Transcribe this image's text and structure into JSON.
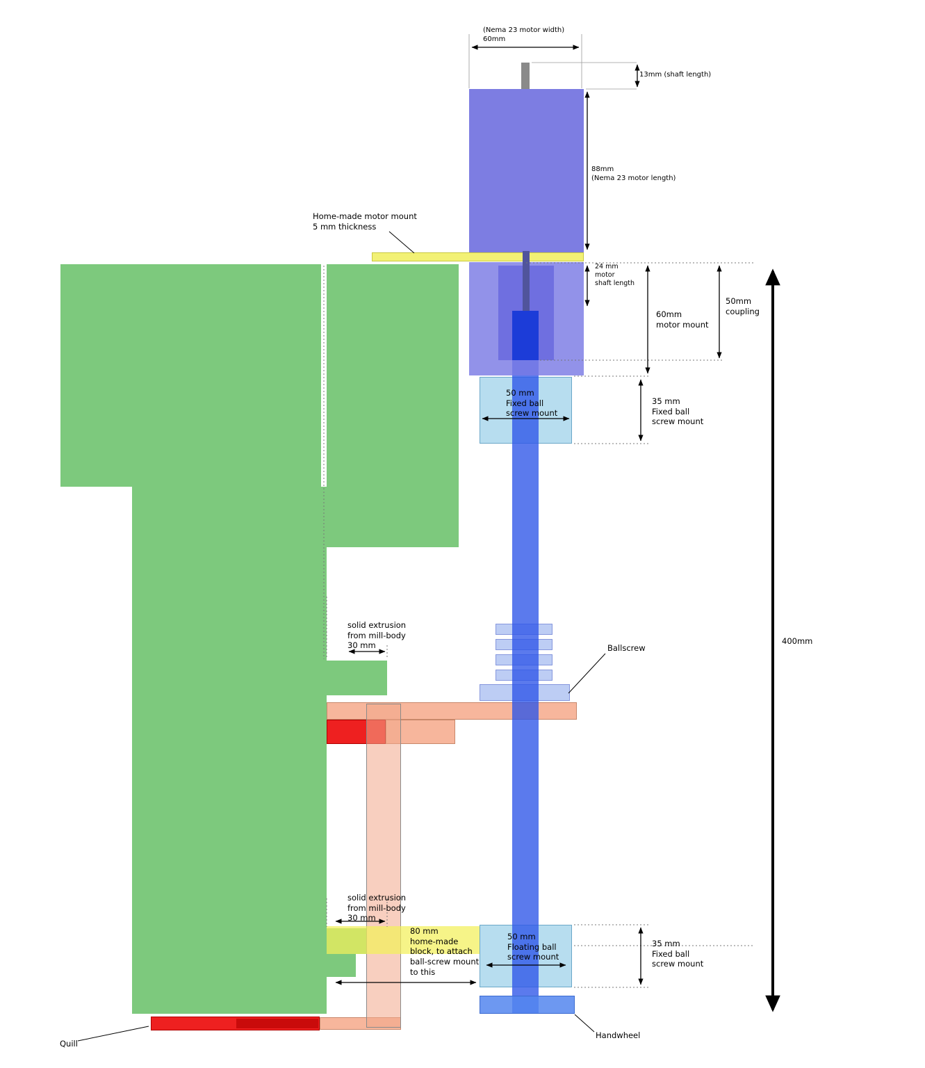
{
  "title": "Mill quill ballscrew conversion dimension diagram",
  "labels": {
    "motor_width": "(Nema 23 motor width)\n60mm",
    "shaft_length_top": "13mm (shaft length)",
    "motor_length": "88mm\n(Nema 23 motor length)",
    "motor_mount": "Home-made motor mount\n5 mm thickness",
    "motor_shaft_lower": "24 mm\nmotor\nshaft length",
    "motor_mount_dim": "60mm\nmotor mount",
    "coupling": "50mm\ncoupling",
    "fixed_mount": "50 mm\nFixed ball\nscrew mount",
    "fixed_mount_dim": "35 mm\nFixed ball\nscrew mount",
    "extrusion_upper": "solid extrusion\nfrom mill-body\n30 mm",
    "ballscrew": "Ballscrew",
    "total_length": "400mm",
    "extrusion_lower": "solid extrusion\nfrom mill-body\n30 mm",
    "block_80": "80 mm\nhome-made\nblock, to attach\nball-screw mount\nto this",
    "floating_mount": "50 mm\nFloating ball\nscrew mount",
    "floating_mount_dim": "35 mm\nFixed ball\nscrew mount",
    "handwheel": "Handwheel",
    "quill": "Quill"
  },
  "colors": {
    "motor": "#7d7de2",
    "motor_mount_plate": "#f2f175",
    "mill_body": "#7dc97d",
    "ballscrew": "#2d55e8",
    "coupling": "#1c3cd8",
    "screw_mount": "#a7d6ec",
    "ballscrew_nut": "#b6c8f3",
    "quill": "#ee2020",
    "quill_carrier": "#f6ac8e",
    "handwheel": "#5486ee",
    "block_80": "#f2f05a"
  }
}
